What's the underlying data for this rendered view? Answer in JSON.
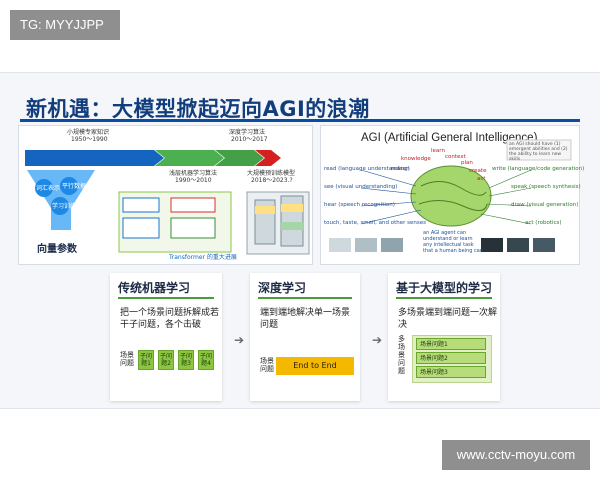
{
  "watermark_top": "TG: MYYJJPP",
  "watermark_bottom": "www.cctv-moyu.com",
  "slide_title": "新机遇：大模型掀起迈向AGI的浪潮",
  "timeline": {
    "eras": [
      {
        "label": "小规模专家知识",
        "years": "1950～1990"
      },
      {
        "label": "浅层机器学习算法",
        "years": "1990～2010"
      },
      {
        "label": "深度学习算法",
        "years": "2010～2017"
      },
      {
        "label": "大规模预训练模型",
        "years": "2018～2023.?"
      }
    ],
    "funnel_items": [
      "词汇表示",
      "平行数据",
      "学习训练"
    ],
    "funnel_caption": "向量参数",
    "transformer_caption": "Transformer 的重大进展"
  },
  "agi": {
    "title": "AGI (Artificial General Intelligence)",
    "top_labels": [
      "learn",
      "context",
      "plan",
      "knowledge",
      "reason",
      "create",
      "act"
    ],
    "left_labels": [
      "read (language understanding)",
      "see (visual understanding)",
      "hear (speech recognition)",
      "touch, taste, smell, and other senses"
    ],
    "right_labels": [
      "write (language/code generation)",
      "speak (speech synthesis)",
      "draw (visual generation)",
      "act (robotics)"
    ],
    "note": "an AGI agent can understand or learn any intellectual task that a human being can",
    "tiny_note": "an AGI should have (1) emergent abilities and (2) the ability to learn new skills"
  },
  "cards": [
    {
      "title": "传统机器学习",
      "desc": [
        "把一个场景问题拆解成若",
        "干子问题，各个击破"
      ],
      "row_label": [
        "场景",
        "问题"
      ],
      "boxes": [
        "子问题1",
        "子问题2",
        "子问题3",
        "子问题4"
      ]
    },
    {
      "title": "深度学习",
      "desc": [
        "端到端地解决单一场景",
        "问题"
      ],
      "row_label": [
        "场景",
        "问题"
      ],
      "bar": "End to End"
    },
    {
      "title": "基于大模型的学习",
      "desc": [
        "多场景端到端问题一次解决"
      ],
      "row_label": [
        "多",
        "场",
        "景",
        "问",
        "题"
      ],
      "boxes": [
        "场景问题1",
        "场景问题2",
        "场景问题3"
      ]
    }
  ],
  "colors": {
    "title": "#123d7d",
    "accent_blue": "#0a4ea3",
    "green": "#8cc63f",
    "yellow": "#f5b800",
    "arrow_red": "#d42020"
  }
}
